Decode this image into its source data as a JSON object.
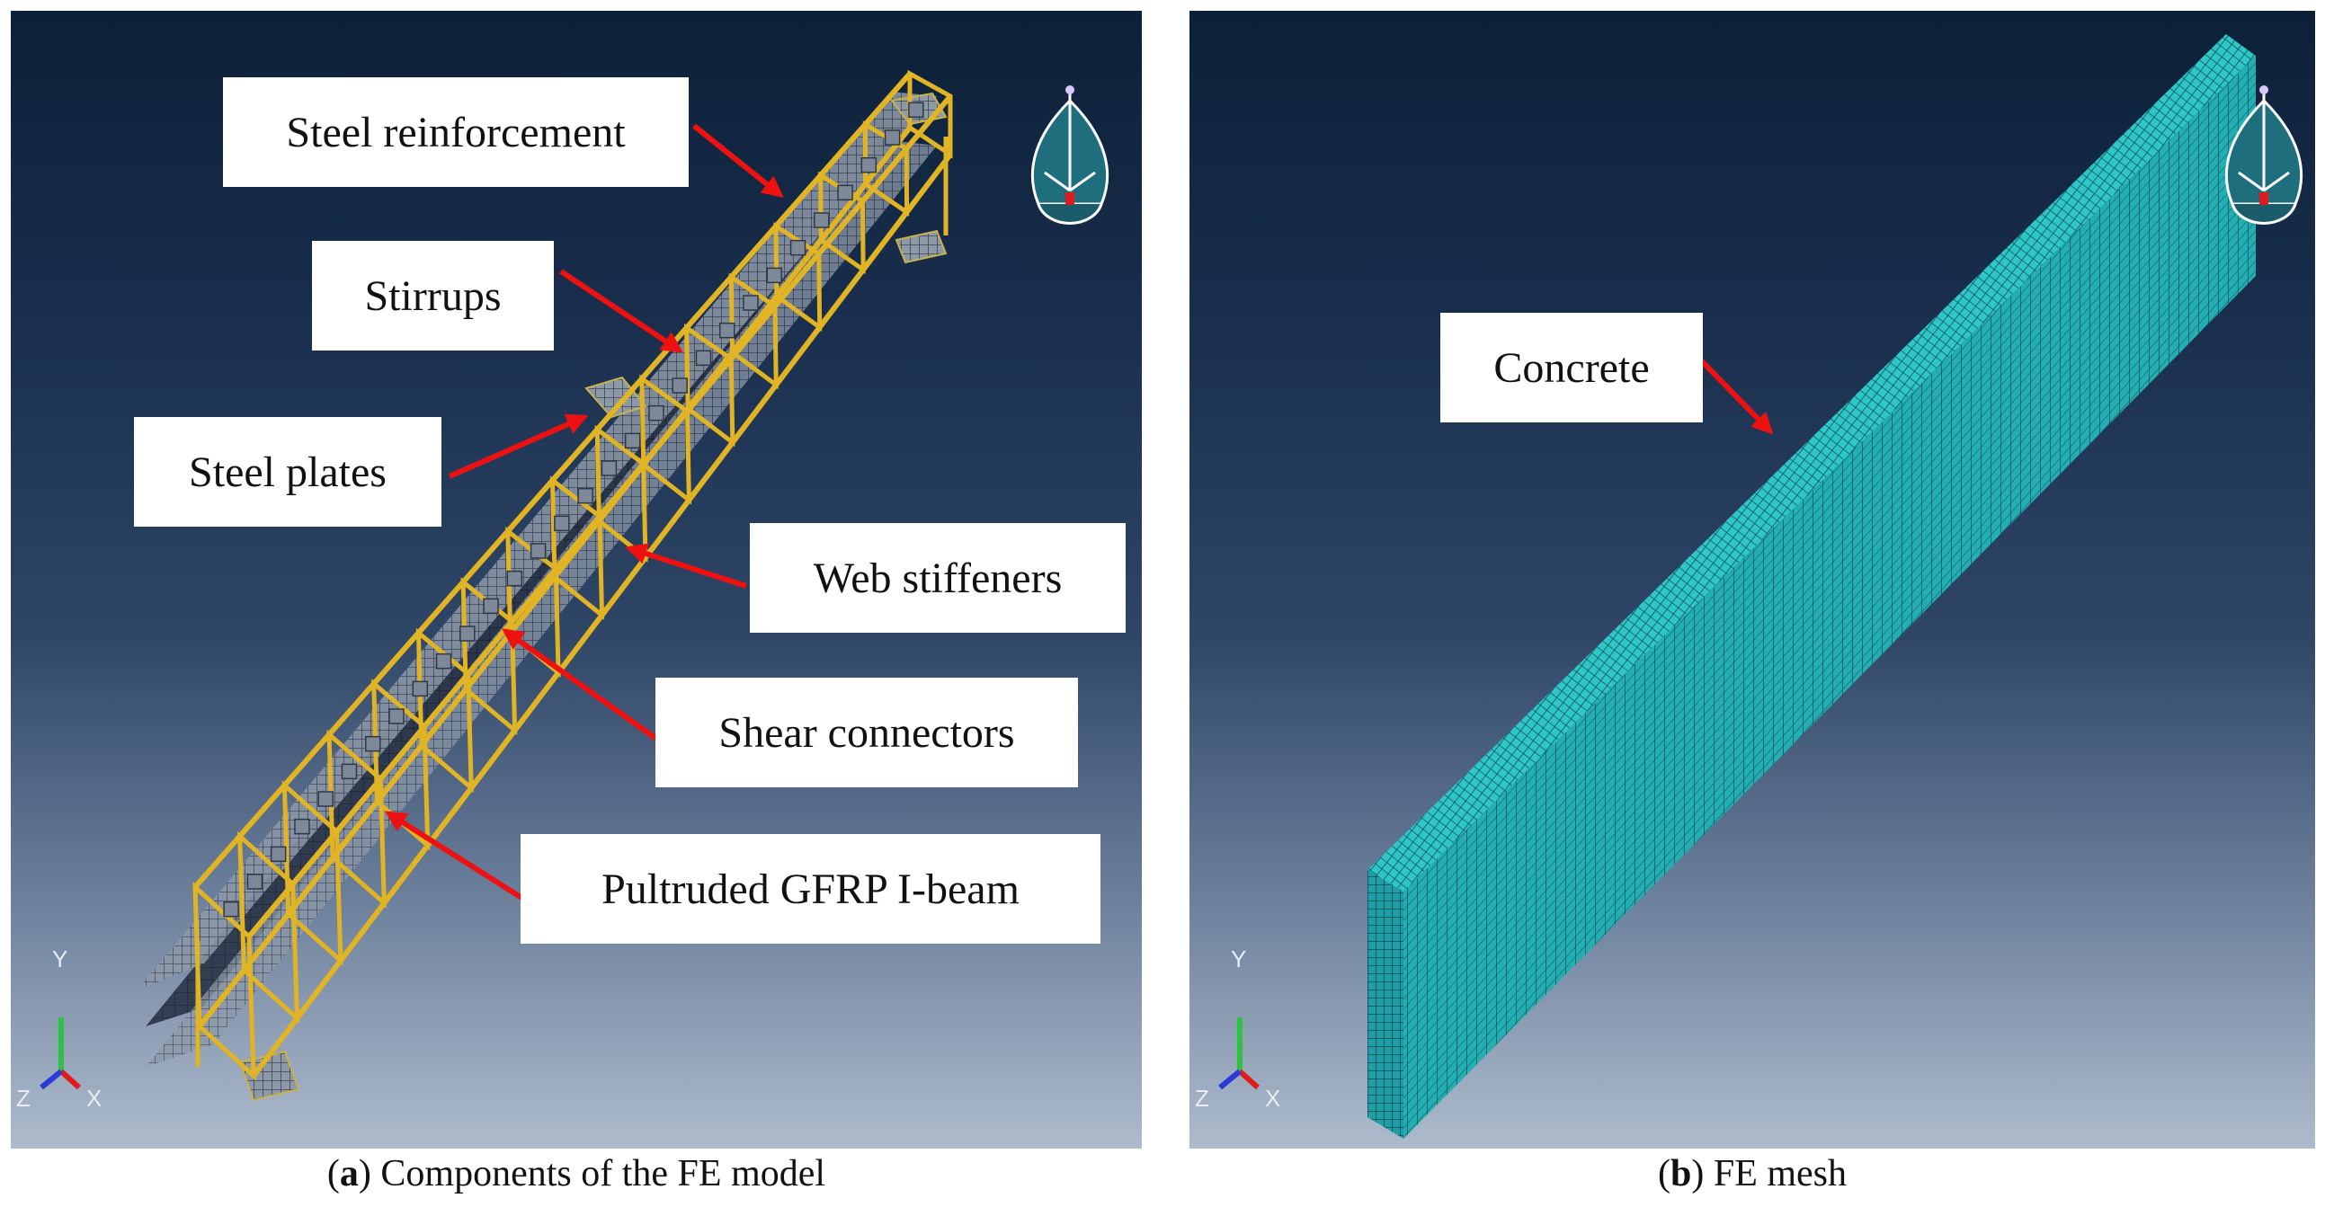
{
  "panel_a": {
    "labels": {
      "steel_reinforcement": "Steel reinforcement",
      "stirrups": "Stirrups",
      "steel_plates": "Steel plates",
      "web_stiffeners": "Web stiffeners",
      "shear_connectors": "Shear connectors",
      "pultruded_gfrp_i_beam": "Pultruded GFRP I-beam"
    },
    "caption": {
      "letter": "a",
      "text": "Components of the FE model"
    },
    "axis_triad": {
      "y": "Y",
      "z": "Z",
      "x": "X"
    }
  },
  "panel_b": {
    "labels": {
      "concrete": "Concrete"
    },
    "caption": {
      "letter": "b",
      "text": "FE mesh"
    },
    "axis_triad": {
      "y": "Y",
      "z": "Z",
      "x": "X"
    }
  },
  "colors": {
    "steel_reinforcement": "#e0b424",
    "concrete_mesh": "#27bcbc",
    "arrow": "#ee1111",
    "gfrp": "#8b95a4"
  },
  "icons": [
    "view-cube-icon",
    "axis-triad-icon",
    "red-arrow-icon"
  ]
}
